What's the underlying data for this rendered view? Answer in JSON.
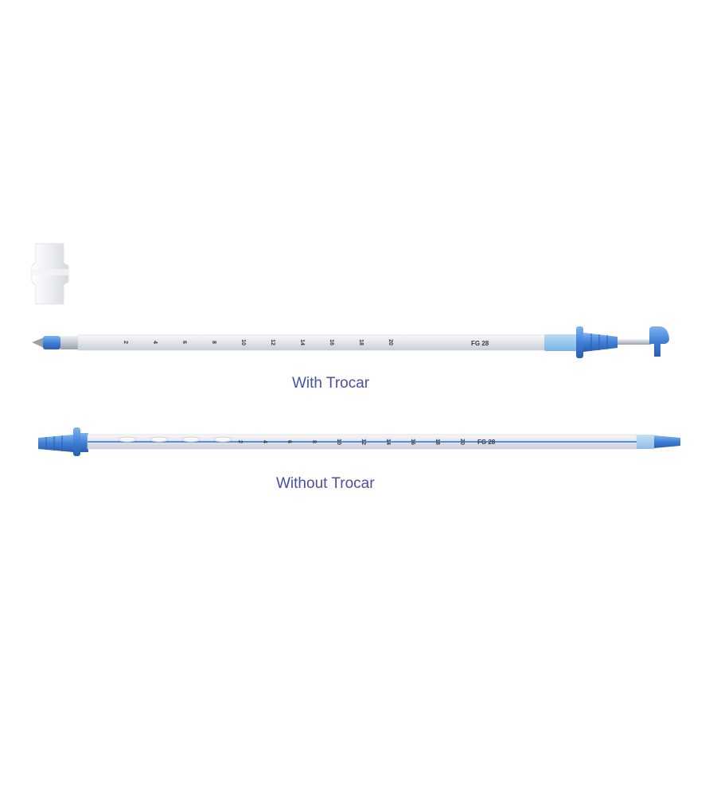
{
  "captions": {
    "with_trocar": "With Trocar",
    "without_trocar": "Without Trocar"
  },
  "tube_with_trocar": {
    "markings": [
      "2",
      "4",
      "6",
      "8",
      "10",
      "12",
      "14",
      "16",
      "18",
      "20"
    ],
    "size_label": "FG 28"
  },
  "tube_without_trocar": {
    "markings": [
      "2",
      "4",
      "6",
      "8",
      "10",
      "12",
      "14",
      "16",
      "18",
      "20"
    ],
    "size_label": "FG 28"
  },
  "colors": {
    "caption_text": "#4b4fa0",
    "connector_blue": "#3f7fd6",
    "connector_light_blue": "#8ec2ea",
    "tube_body": "#e4e8ee",
    "marking_text": "#3a3a3a"
  }
}
